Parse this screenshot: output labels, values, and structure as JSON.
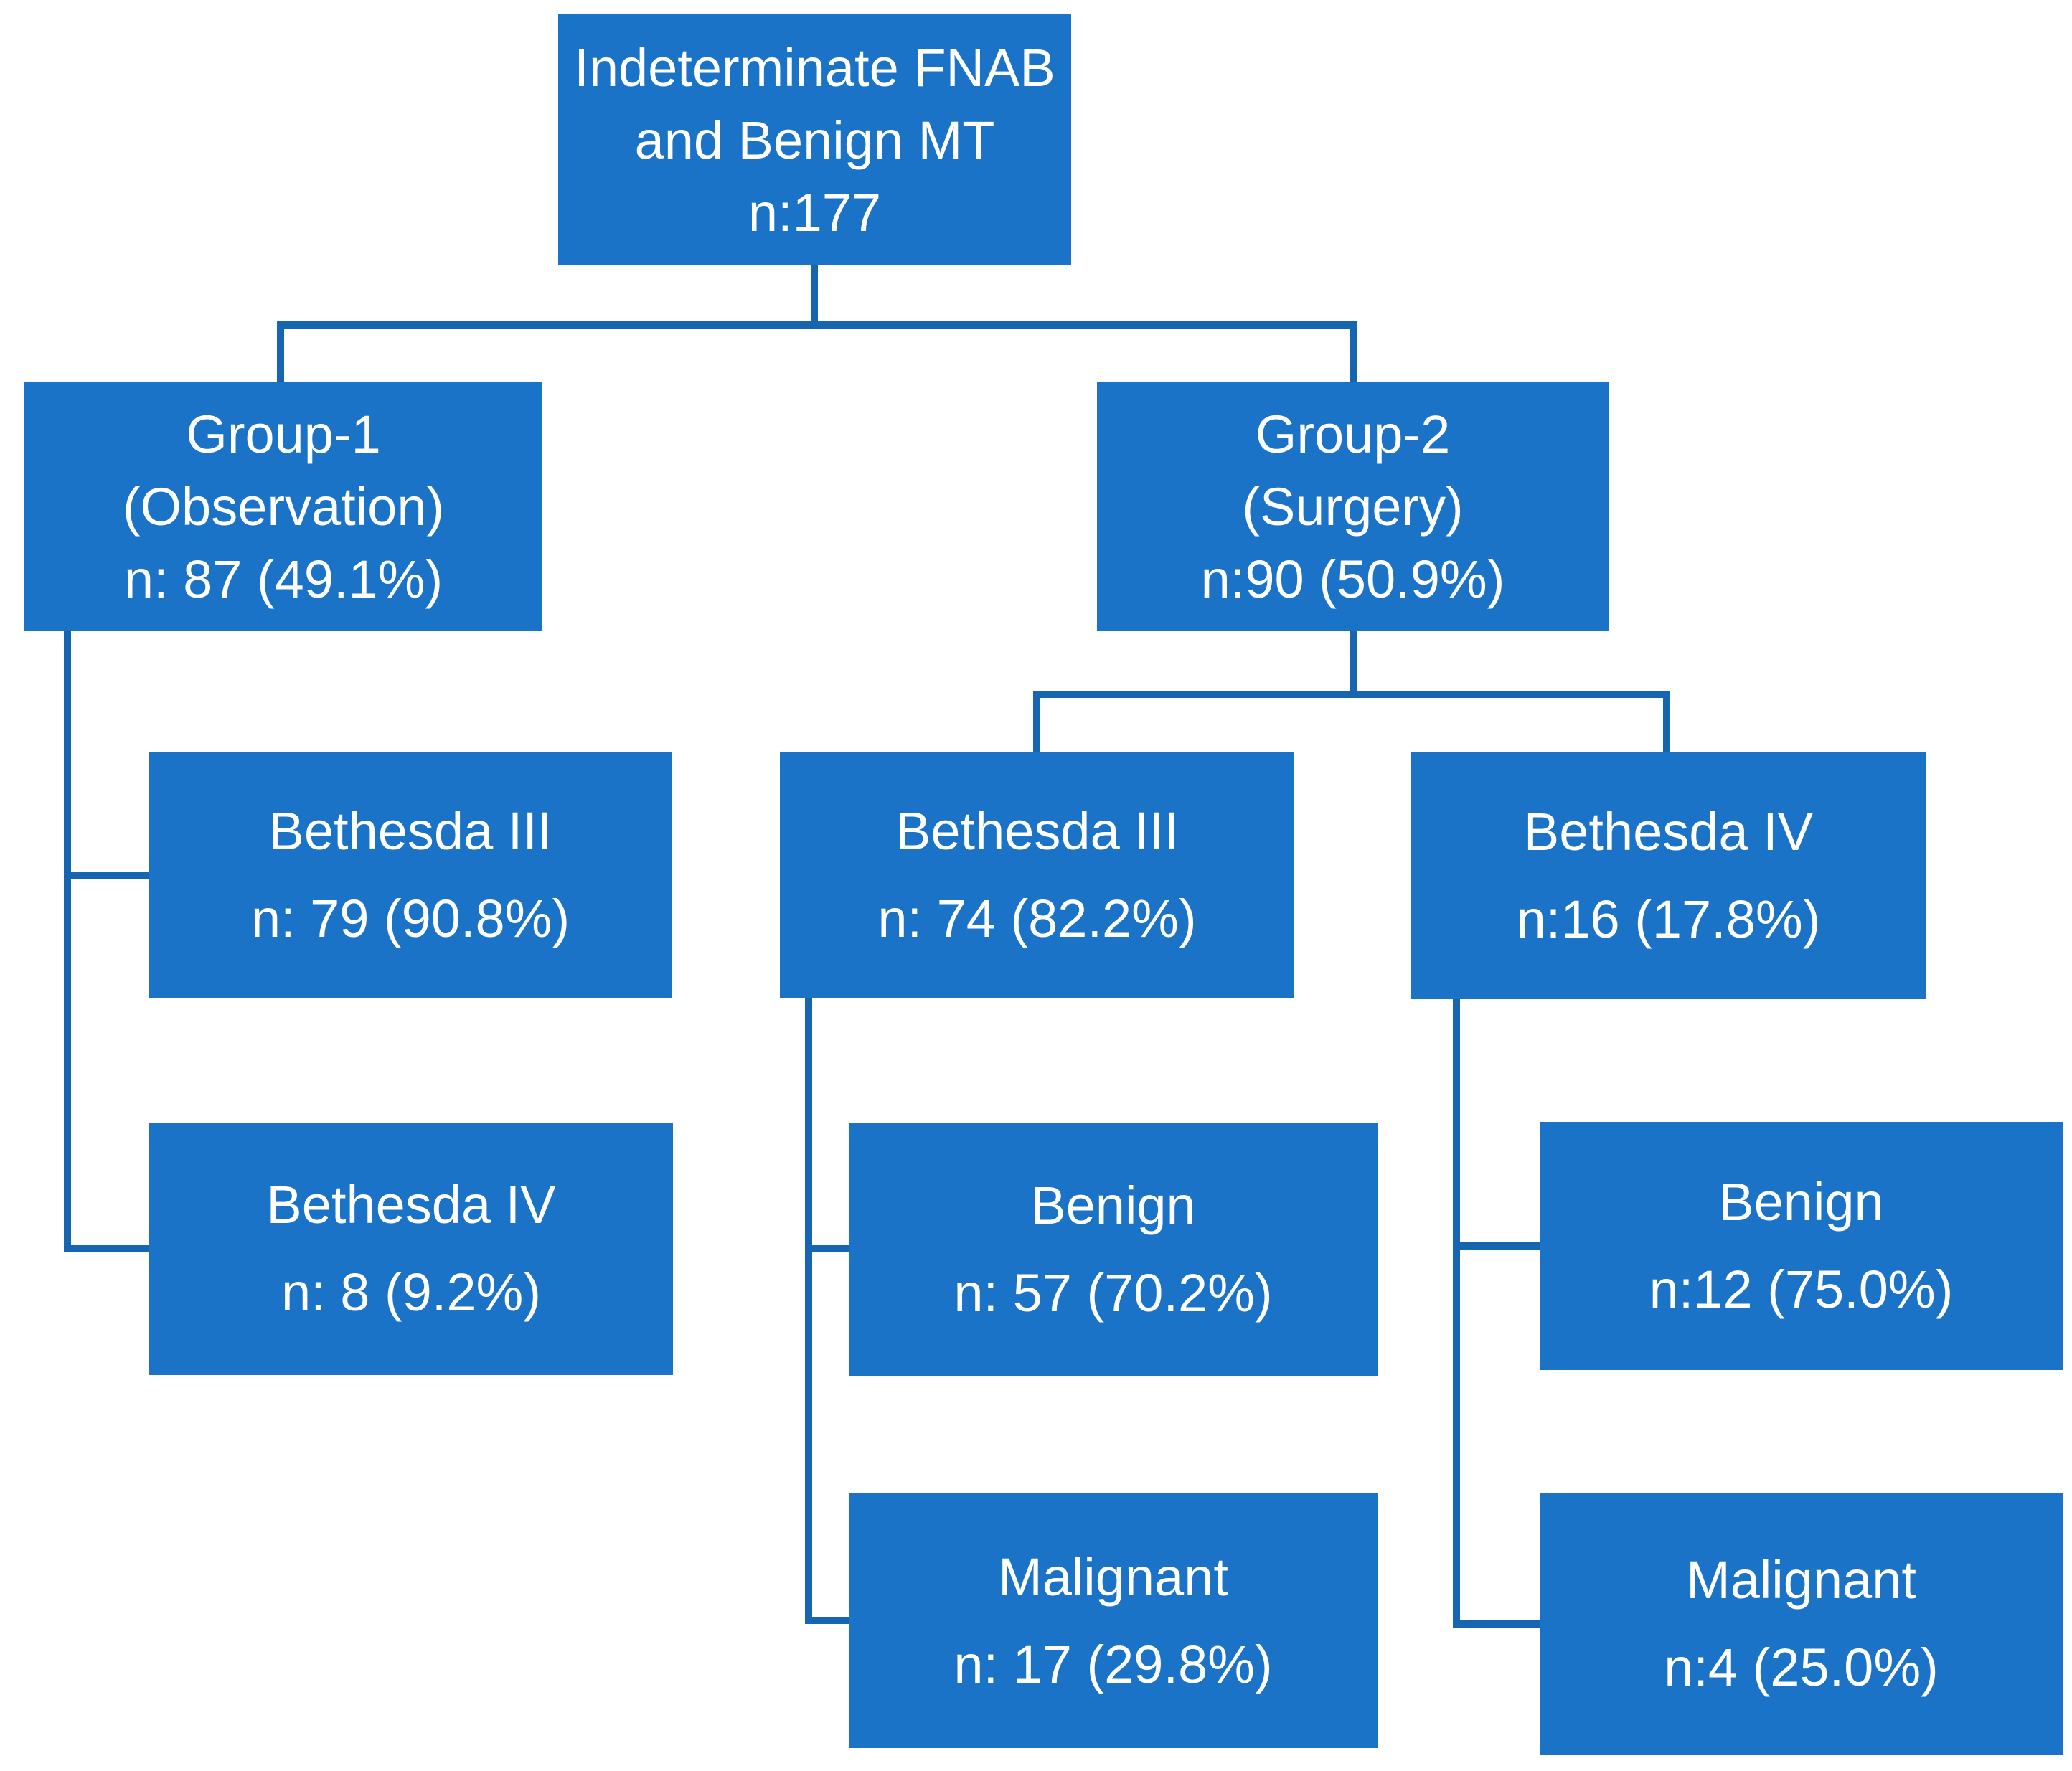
{
  "diagram": {
    "type": "flowchart",
    "colors": {
      "background": "#FFFFFF",
      "box_fill": "#1B73C7",
      "connector": "#1565B0",
      "text": "#FFFFFF"
    },
    "nodes": {
      "root": {
        "lines": [
          "Indeterminate FNAB",
          "and Benign MT",
          "n:177"
        ]
      },
      "group1": {
        "lines": [
          "Group-1",
          "(Observation)",
          "n: 87 (49.1%)"
        ]
      },
      "group2": {
        "lines": [
          "Group-2",
          "(Surgery)",
          "n:90 (50.9%)"
        ]
      },
      "g1_bethesda3": {
        "lines": [
          "Bethesda III",
          "n: 79 (90.8%)"
        ]
      },
      "g1_bethesda4": {
        "lines": [
          "Bethesda IV",
          "n: 8 (9.2%)"
        ]
      },
      "g2_bethesda3": {
        "lines": [
          "Bethesda III",
          "n: 74 (82.2%)"
        ]
      },
      "g2_bethesda4": {
        "lines": [
          "Bethesda IV",
          "n:16 (17.8%)"
        ]
      },
      "b3_benign": {
        "lines": [
          "Benign",
          "n: 57 (70.2%)"
        ]
      },
      "b3_malignant": {
        "lines": [
          "Malignant",
          "n: 17 (29.8%)"
        ]
      },
      "b4_benign": {
        "lines": [
          "Benign",
          "n:12 (75.0%)"
        ]
      },
      "b4_malignant": {
        "lines": [
          "Malignant",
          "n:4 (25.0%)"
        ]
      }
    },
    "edges": [
      {
        "from": "root",
        "to": "group1"
      },
      {
        "from": "root",
        "to": "group2"
      },
      {
        "from": "group1",
        "to": "g1_bethesda3"
      },
      {
        "from": "group1",
        "to": "g1_bethesda4"
      },
      {
        "from": "group2",
        "to": "g2_bethesda3"
      },
      {
        "from": "group2",
        "to": "g2_bethesda4"
      },
      {
        "from": "g2_bethesda3",
        "to": "b3_benign"
      },
      {
        "from": "g2_bethesda3",
        "to": "b3_malignant"
      },
      {
        "from": "g2_bethesda4",
        "to": "b4_benign"
      },
      {
        "from": "g2_bethesda4",
        "to": "b4_malignant"
      }
    ]
  }
}
